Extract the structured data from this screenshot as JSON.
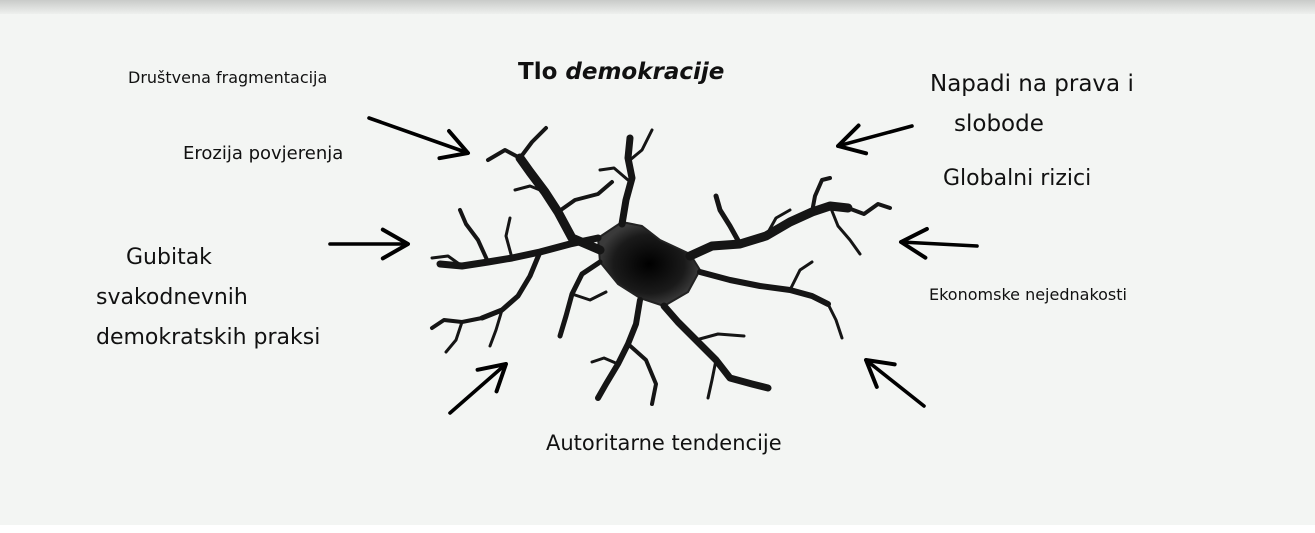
{
  "title": {
    "prefix": "Tlo",
    "emphasis": "demokracije"
  },
  "threats": {
    "fragmentation": "Društvena fragmentacija",
    "trust": "Erozija povjerenja",
    "practices_line1": "Gubitak",
    "practices_line2": "svakodnevnih",
    "practices_line3": "demokratskih praksi",
    "rights_line1": "Napadi na prava i",
    "rights_line2": "slobode",
    "global": "Globalni rizici",
    "inequality": "Ekonomske nejednakosti",
    "authoritarian": "Autoritarne tendencije"
  },
  "colors": {
    "background": "#f3f5f3",
    "crack": "#141414",
    "arrow": "#000000"
  },
  "icons": {
    "center": "ground-crack-icon",
    "arrows": "arrow-icon"
  }
}
